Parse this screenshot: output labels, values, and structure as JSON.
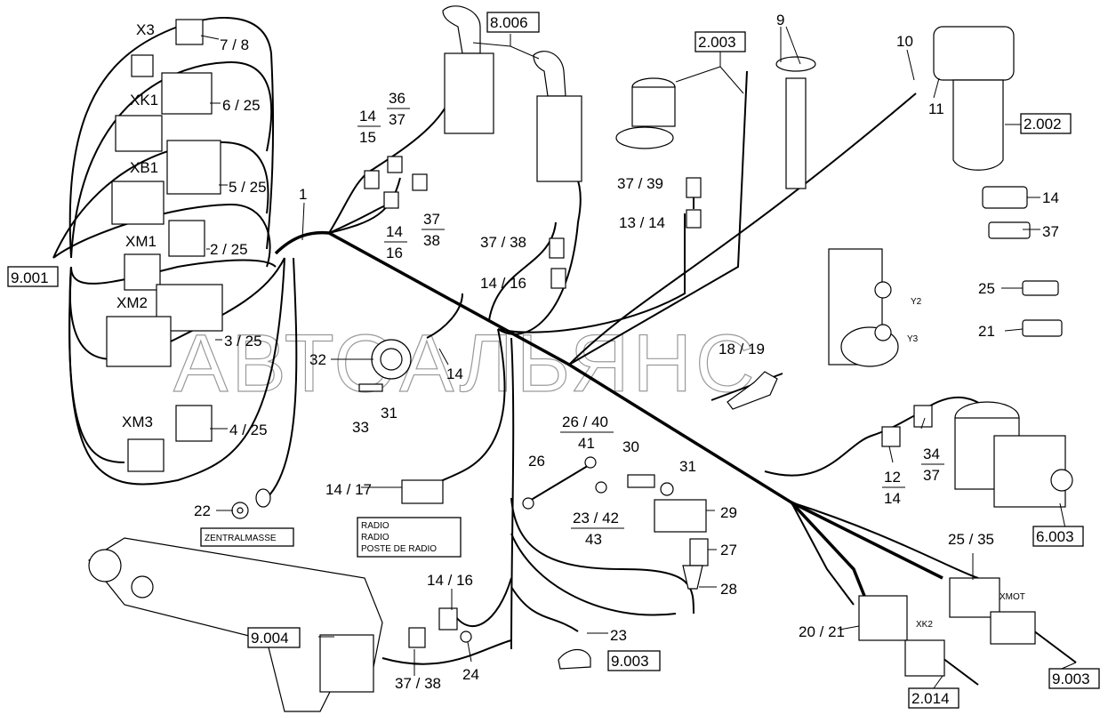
{
  "watermark": "АВТОАЛЬЯНС",
  "refs": {
    "r9001": "9.001",
    "r8006": "8.006",
    "r2003": "2.003",
    "r2002": "2.002",
    "r9004": "9.004",
    "r9003a": "9.003",
    "r6003": "6.003",
    "r2014": "2.014",
    "r9003b": "9.003"
  },
  "connectors": {
    "x3": "X3",
    "xk1": "XK1",
    "xb1": "XB1",
    "xm1": "XM1",
    "xm2": "XM2",
    "xm3": "XM3",
    "y2": "Y2",
    "y3": "Y3",
    "xmot": "XMOT",
    "xk2": "XK2"
  },
  "labels": {
    "l_7_8": "7 / 8",
    "l_6_25": "6 / 25",
    "l_5_25": "5 / 25",
    "l_2_25": "2 / 25",
    "l_3_25": "3 / 25",
    "l_4_25": "4 / 25",
    "l_1": "1",
    "l_22": "22",
    "l_14a": "14",
    "l_15": "15",
    "l_36": "36",
    "l_37a": "37",
    "l_14b": "14",
    "l_16a": "16",
    "l_37b": "37",
    "l_38a": "38",
    "l_9": "9",
    "l_10": "10",
    "l_11": "11",
    "l_37_39": "37 / 39",
    "l_13_14": "13 / 14",
    "l_37_38a": "37 / 38",
    "l_14_16a": "14 / 16",
    "l_14c": "14",
    "l_37c": "37",
    "l_25": "25",
    "l_21": "21",
    "l_32": "32",
    "l_14d": "14",
    "l_33": "33",
    "l_31a": "31",
    "l_18_19": "18 / 19",
    "l_26_40": "26 / 40",
    "l_41": "41",
    "l_26": "26",
    "l_23_42": "23 / 42",
    "l_43": "43",
    "l_30": "30",
    "l_31b": "31",
    "l_29": "29",
    "l_27": "27",
    "l_28": "28",
    "l_14_17": "14 / 17",
    "l_12": "12",
    "l_14e": "14",
    "l_34": "34",
    "l_37d": "37",
    "l_25_35": "25 / 35",
    "l_20_21": "20 / 21",
    "l_14_16b": "14 / 16",
    "l_37_38b": "37 / 38",
    "l_24": "24",
    "l_23": "23"
  },
  "zentralmasse": "ZENTRALMASSE",
  "radio": [
    "RADIO",
    "RADIO",
    "POSTE DE RADIO"
  ]
}
